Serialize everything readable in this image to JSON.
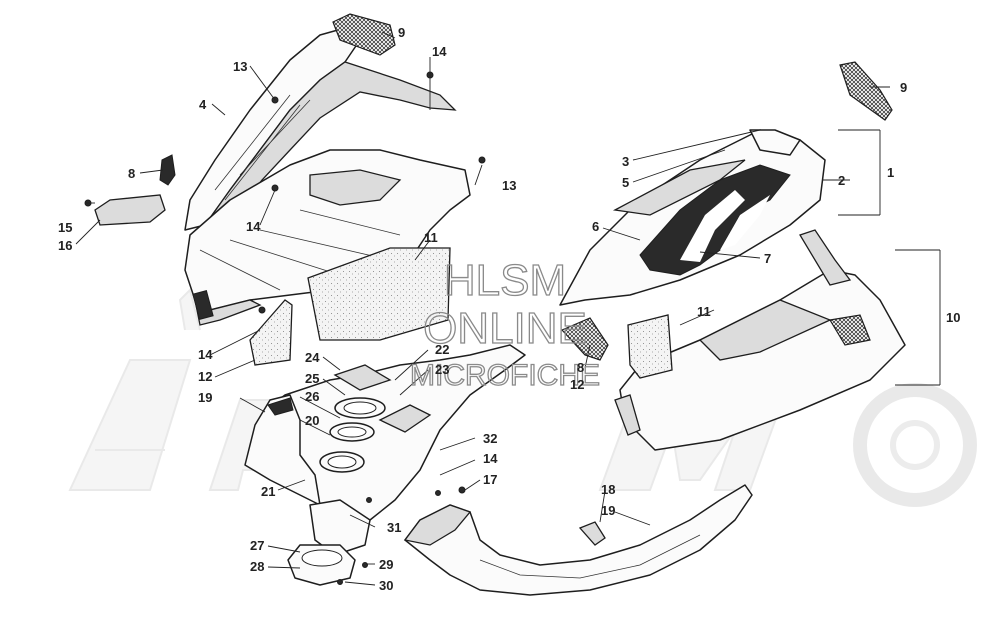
{
  "watermark": {
    "line1": "HLSM",
    "line2": "ONLINE",
    "line3": "MICROFICHE"
  },
  "callouts": [
    {
      "id": "c1",
      "text": "1"
    },
    {
      "id": "c2",
      "text": "2"
    },
    {
      "id": "c3",
      "text": "3"
    },
    {
      "id": "c4",
      "text": "4"
    },
    {
      "id": "c5",
      "text": "5"
    },
    {
      "id": "c6",
      "text": "6"
    },
    {
      "id": "c7",
      "text": "7"
    },
    {
      "id": "c8a",
      "text": "8"
    },
    {
      "id": "c8b",
      "text": "8"
    },
    {
      "id": "c9a",
      "text": "9"
    },
    {
      "id": "c9b",
      "text": "9"
    },
    {
      "id": "c10",
      "text": "10"
    },
    {
      "id": "c11a",
      "text": "11"
    },
    {
      "id": "c11b",
      "text": "11"
    },
    {
      "id": "c12a",
      "text": "12"
    },
    {
      "id": "c12b",
      "text": "12"
    },
    {
      "id": "c13a",
      "text": "13"
    },
    {
      "id": "c13b",
      "text": "13"
    },
    {
      "id": "c14a",
      "text": "14"
    },
    {
      "id": "c14b",
      "text": "14"
    },
    {
      "id": "c14c",
      "text": "14"
    },
    {
      "id": "c14d",
      "text": "14"
    },
    {
      "id": "c15",
      "text": "15"
    },
    {
      "id": "c16",
      "text": "16"
    },
    {
      "id": "c17",
      "text": "17"
    },
    {
      "id": "c18",
      "text": "18"
    },
    {
      "id": "c19a",
      "text": "19"
    },
    {
      "id": "c19b",
      "text": "19"
    },
    {
      "id": "c20",
      "text": "20"
    },
    {
      "id": "c21",
      "text": "21"
    },
    {
      "id": "c22",
      "text": "22"
    },
    {
      "id": "c23",
      "text": "23"
    },
    {
      "id": "c24",
      "text": "24"
    },
    {
      "id": "c25",
      "text": "25"
    },
    {
      "id": "c26",
      "text": "26"
    },
    {
      "id": "c27",
      "text": "27"
    },
    {
      "id": "c28",
      "text": "28"
    },
    {
      "id": "c29",
      "text": "29"
    },
    {
      "id": "c30",
      "text": "30"
    },
    {
      "id": "c31",
      "text": "31"
    },
    {
      "id": "c32",
      "text": "32"
    }
  ]
}
